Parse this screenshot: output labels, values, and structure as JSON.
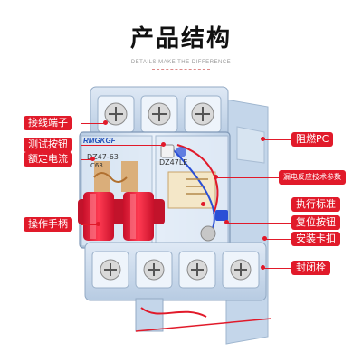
{
  "header": {
    "title": "产品结构",
    "subtitle": "DETAILS MAKE THE DIFFERENCE"
  },
  "device": {
    "brand": "RMGKGF",
    "model_left": "DZ47-63",
    "rating_left": "C63",
    "model_right": "DZ47LE"
  },
  "labels": {
    "terminal": "接线端子",
    "test_button": "测试按钮",
    "rated_current": "额定电流",
    "handle": "操作手柄",
    "flame_retardant": "阻燃PC",
    "leakage_params": "漏电反应技术参数",
    "standard": "执行标准",
    "reset_button": "复位按钮",
    "mount_clip": "安装卡扣",
    "seal_bolt": "封闭栓"
  },
  "colors": {
    "accent": "#e11a2a",
    "housing": "#cfe0f2",
    "handle": "#e8223a"
  }
}
